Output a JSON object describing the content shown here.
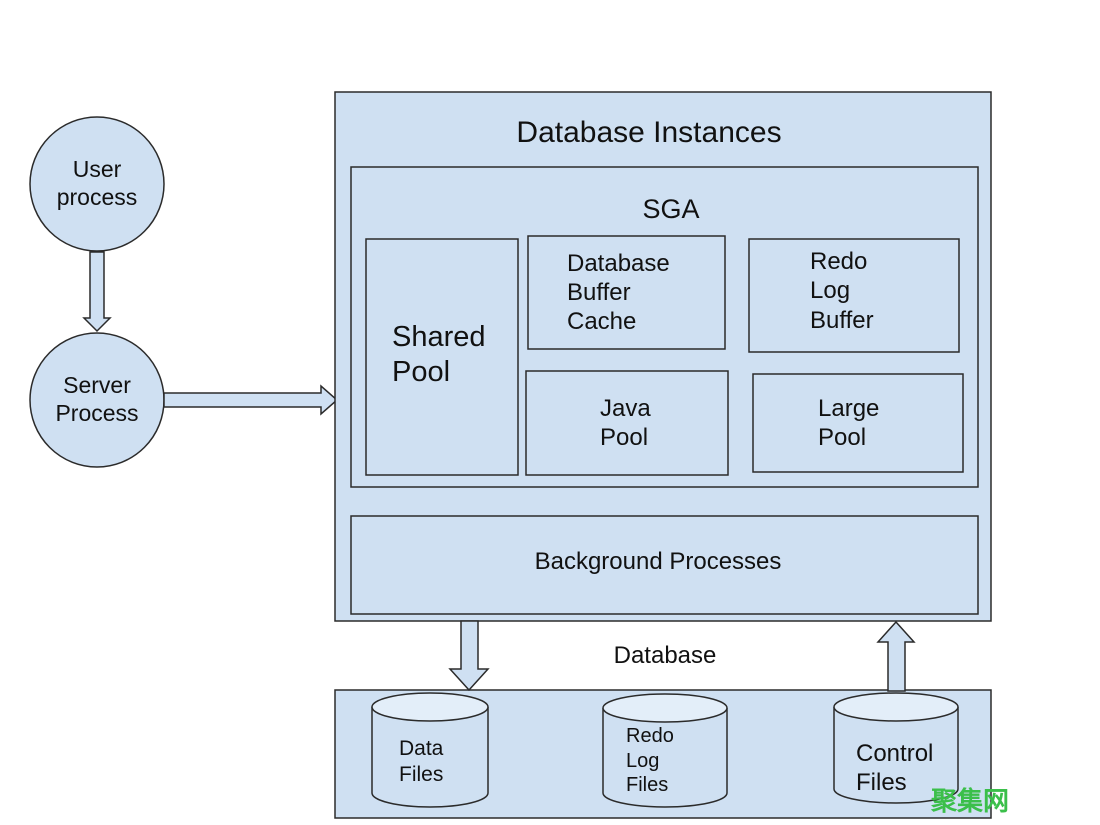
{
  "diagram": {
    "user_process": "User\nprocess",
    "server_process": "Server\nProcess",
    "instances_title": "Database Instances",
    "sga_title": "SGA",
    "shared_pool": "Shared\nPool",
    "db_buffer_cache": "Database\nBuffer\nCache",
    "redo_log_buffer": "Redo\nLog\nBuffer",
    "java_pool": "Java\nPool",
    "large_pool": "Large\nPool",
    "background_processes": "Background Processes",
    "database_label": "Database",
    "data_files": "Data\nFiles",
    "redo_log_files": "Redo\nLog\nFiles",
    "control_files": "Control\nFiles",
    "watermark": "聚集网"
  },
  "colors": {
    "fill": "#cfe0f2",
    "cylinder_top": "#e3eef9",
    "stroke": "#2b2b2b",
    "watermark": "#3bbf4a"
  }
}
